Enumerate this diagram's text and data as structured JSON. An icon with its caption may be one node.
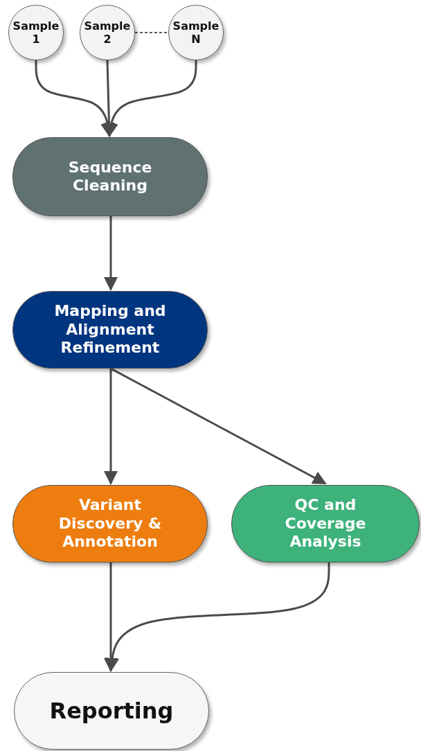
{
  "diagram": {
    "nodes": [
      {
        "text": [
          "Sample 1"
        ]
      },
      {
        "text": [
          "Sample 2"
        ]
      },
      {
        "text": [
          "Sample N"
        ]
      },
      {
        "text": [
          "Sequence Cleaning"
        ]
      },
      {
        "text": [
          "Mapping and Alignment Refinement"
        ]
      },
      {
        "text": [
          "Variant Discovery & Annotation"
        ]
      },
      {
        "text": [
          "QC and Coverage Analysis"
        ]
      },
      {
        "text": [
          "Reporting"
        ]
      }
    ],
    "edges": [
      {
        "from": 0,
        "to": 3,
        "arrow": "to"
      },
      {
        "from": 1,
        "to": 3,
        "arrow": "to"
      },
      {
        "from": 2,
        "to": 3,
        "arrow": "to"
      },
      {
        "from": 1,
        "to": 2,
        "arrow": "none",
        "style": "dashed",
        "color": "#222222"
      },
      {
        "from": 3,
        "to": 4,
        "arrow": "to"
      },
      {
        "from": 4,
        "to": 5,
        "arrow": "to"
      },
      {
        "from": 4,
        "to": 6,
        "arrow": "to"
      },
      {
        "from": 5,
        "to": 7,
        "arrow": "to"
      },
      {
        "from": 6,
        "to": 7,
        "arrow": "to"
      }
    ]
  }
}
